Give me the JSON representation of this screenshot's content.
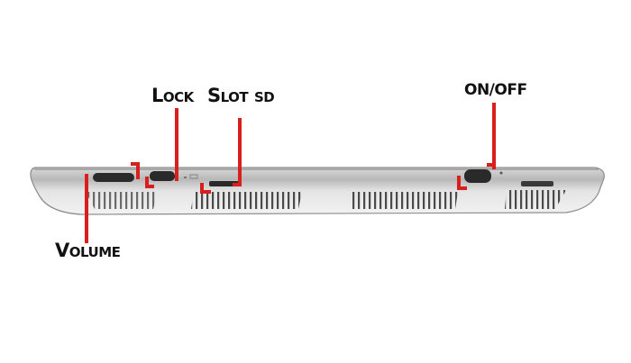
{
  "labels": {
    "lock": "Lock",
    "slot_sd": "Slot sd",
    "on_off": "ON/OFF",
    "volume": "Volume"
  },
  "colors": {
    "callout": "#d91e1e",
    "device_body": "#cfcfcf",
    "device_edge": "#8c8c8c",
    "button_dark": "#2a2a2a",
    "grille": "#555555"
  },
  "icons": {
    "device": "tablet-side-view",
    "volume_button": "volume-rocker-icon",
    "lock_button": "lock-switch-icon",
    "sd_slot": "sd-card-slot-icon",
    "power_button": "power-button-icon"
  }
}
